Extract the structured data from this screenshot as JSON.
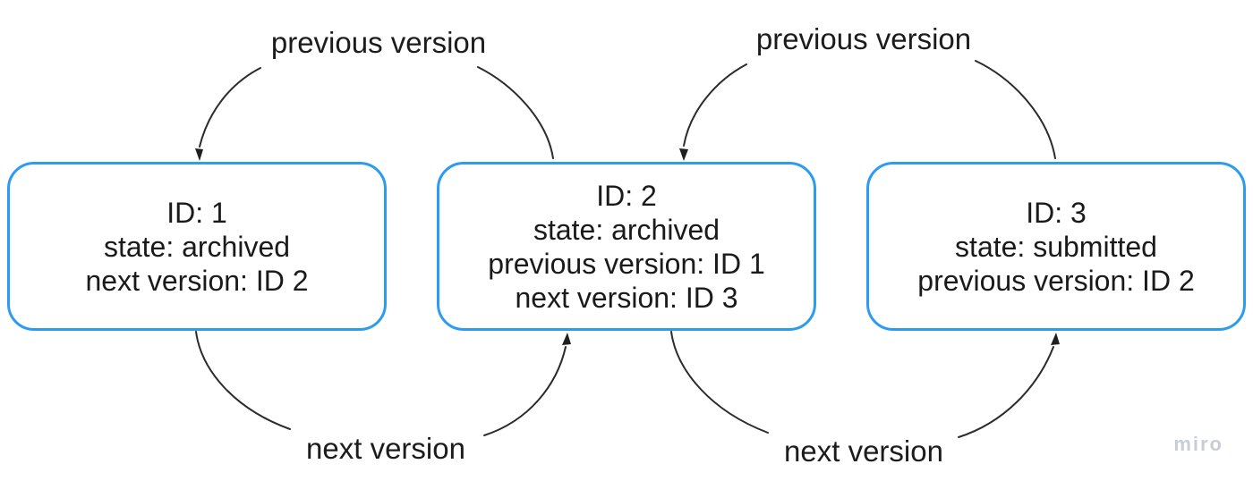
{
  "nodes": [
    {
      "name": "version-1",
      "lines": [
        "ID: 1",
        "state: archived",
        "next version: ID 2"
      ]
    },
    {
      "name": "version-2",
      "lines": [
        "ID: 2",
        "state: archived",
        "previous version: ID 1",
        "next version: ID 3"
      ]
    },
    {
      "name": "version-3",
      "lines": [
        "ID: 3",
        "state: submitted",
        "previous version: ID 2"
      ]
    }
  ],
  "edges": [
    {
      "label": "previous version",
      "from": "version-2",
      "to": "version-1",
      "position": "top-left"
    },
    {
      "label": "previous version",
      "from": "version-3",
      "to": "version-2",
      "position": "top-right"
    },
    {
      "label": "next version",
      "from": "version-1",
      "to": "version-2",
      "position": "bottom-left"
    },
    {
      "label": "next version",
      "from": "version-2",
      "to": "version-3",
      "position": "bottom-right"
    }
  ],
  "watermark": "miro",
  "colors": {
    "node_border": "#2D9BF0",
    "node_fill": "#FFFFFF",
    "text": "#1A1A1A",
    "connector": "#2B2B2B",
    "watermark": "#C9CDD6"
  }
}
